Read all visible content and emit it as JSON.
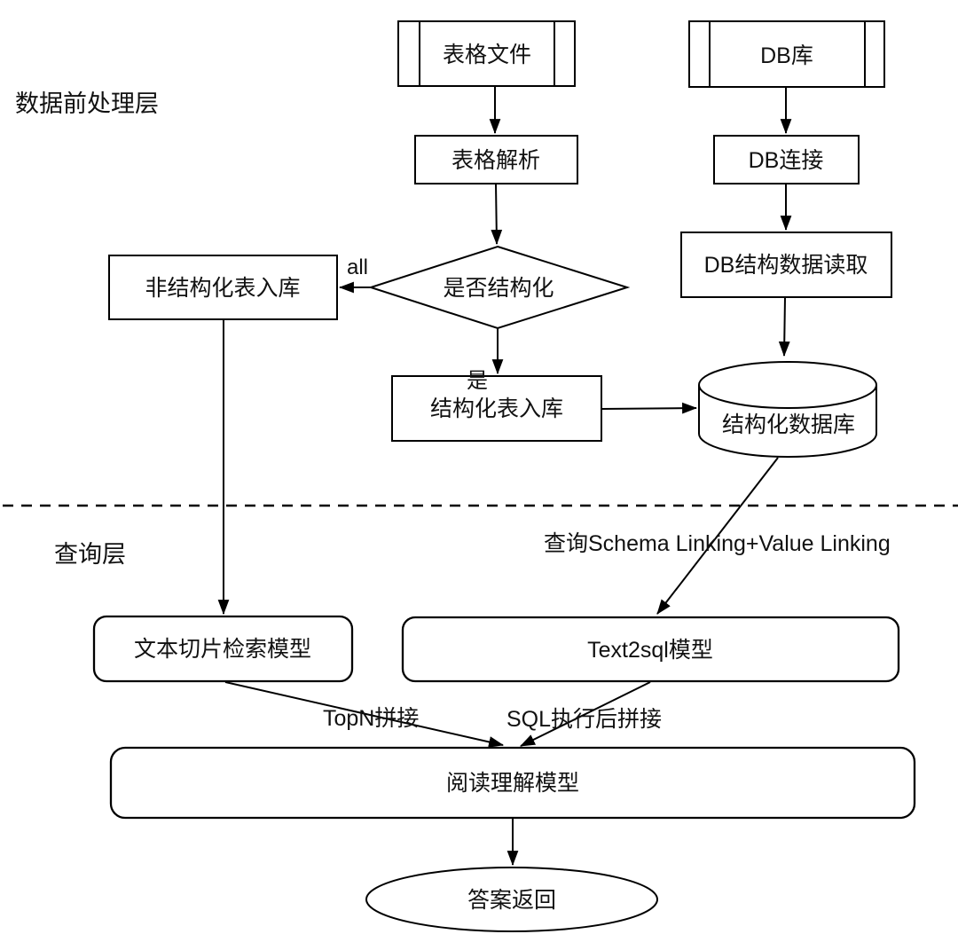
{
  "diagram": {
    "layers": {
      "preprocessing": "数据前处理层",
      "query": "查询层"
    },
    "nodes": {
      "table_file": "表格文件",
      "db_store": "DB库",
      "table_parse": "表格解析",
      "db_connect": "DB连接",
      "db_struct_read": "DB结构数据读取",
      "is_structured": "是否结构化",
      "unstructured_store": "非结构化表入库",
      "structured_store": "结构化表入库",
      "structured_db": "结构化数据库",
      "text_chunk_retrieval": "文本切片检索模型",
      "text2sql": "Text2sql模型",
      "reading_comprehension": "阅读理解模型",
      "answer_return": "答案返回"
    },
    "edge_labels": {
      "all": "all",
      "yes": "是",
      "schema_linking": "查询Schema Linking+Value Linking",
      "topn": "TopN拼接",
      "sql_concat": "SQL执行后拼接"
    },
    "colors": {
      "stroke": "#000000",
      "background": "#ffffff",
      "text": "#111111"
    }
  }
}
